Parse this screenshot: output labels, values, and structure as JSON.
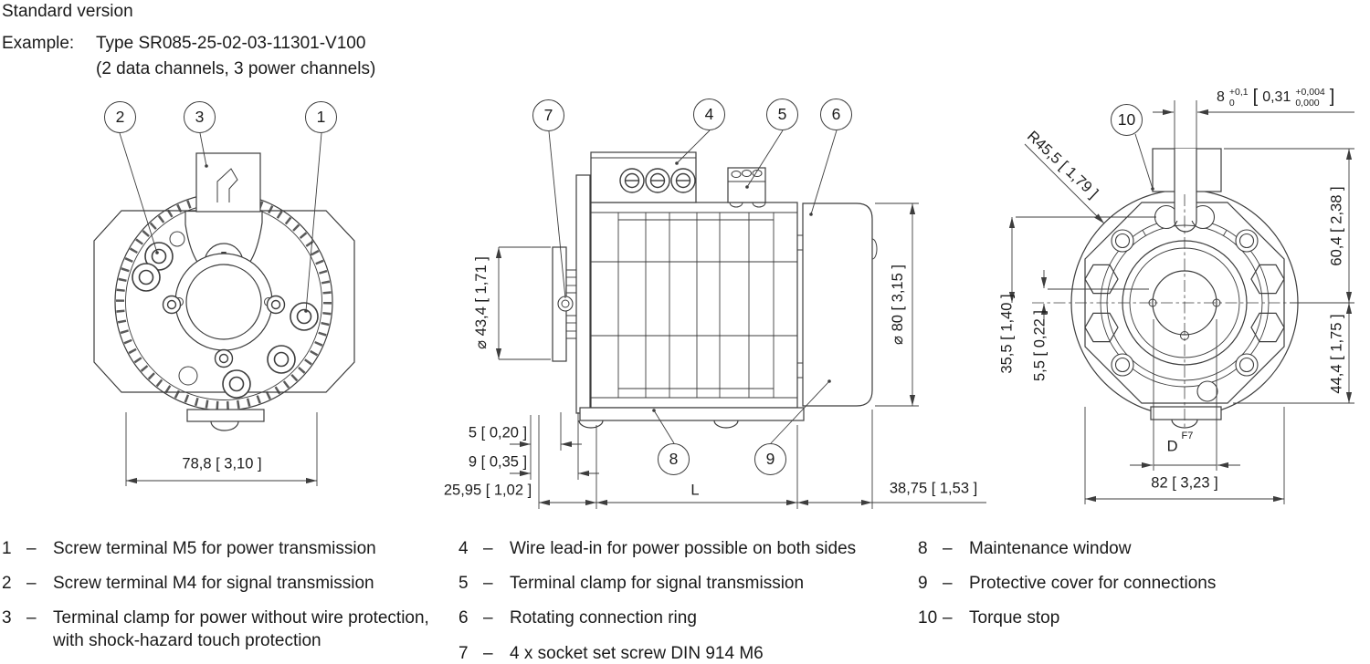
{
  "header": {
    "title": "Standard version",
    "example_label": "Example:",
    "example_line1": "Type SR085-25-02-03-11301-V100",
    "example_line2": "(2 data channels, 3 power channels)"
  },
  "balloons": {
    "b1": "1",
    "b2": "2",
    "b3": "3",
    "b4": "4",
    "b5": "5",
    "b6": "6",
    "b7": "7",
    "b8": "8",
    "b9": "9",
    "b10": "10"
  },
  "dims": {
    "front_width": "78,8 [ 3,10 ]",
    "side_bore": "⌀ 43,4 [ 1,71 ]",
    "side_od": "⌀ 80 [ 3,15 ]",
    "side_5": "5 [ 0,20 ]",
    "side_9": "9 [ 0,35 ]",
    "side_2595": "25,95 [ 1,02 ]",
    "side_length": "L",
    "side_3875": "38,75 [ 1,53 ]",
    "back_radius": "R45,5 [ 1,79 ]",
    "back_604": "60,4 [ 2,38 ]",
    "back_444": "44,4 [ 1,75 ]",
    "back_355": "35,5 [ 1,40 ]",
    "back_55": "5,5 [ 0,22 ]",
    "back_bore_letter": "D",
    "back_bore_fit": "F7",
    "back_82": "82 [ 3,23 ]",
    "groove": {
      "nominal": "8",
      "tol_upper": "+0,1",
      "tol_lower": "0",
      "bracket_open": "[",
      "inch": "0,31",
      "inch_tol_upper": "+0,004",
      "inch_tol_lower": "0,000",
      "bracket_close": "]"
    }
  },
  "legend": {
    "dash": "–",
    "col1": [
      {
        "num": "1",
        "text": "Screw terminal M5 for power transmission"
      },
      {
        "num": "2",
        "text": "Screw terminal M4 for signal transmission"
      },
      {
        "num": "3",
        "text": "Terminal clamp for power without wire protection, with shock-hazard touch protection"
      }
    ],
    "col2": [
      {
        "num": "4",
        "text": "Wire lead-in for power possible on both sides"
      },
      {
        "num": "5",
        "text": "Terminal clamp for signal transmission"
      },
      {
        "num": "6",
        "text": "Rotating connection ring"
      },
      {
        "num": "7",
        "text": "4 x socket set screw DIN 914 M6"
      }
    ],
    "col3": [
      {
        "num": "8",
        "text": "Maintenance window"
      },
      {
        "num": "9",
        "text": "Protective cover for connections"
      },
      {
        "num": "10",
        "text": "Torque stop"
      }
    ]
  }
}
